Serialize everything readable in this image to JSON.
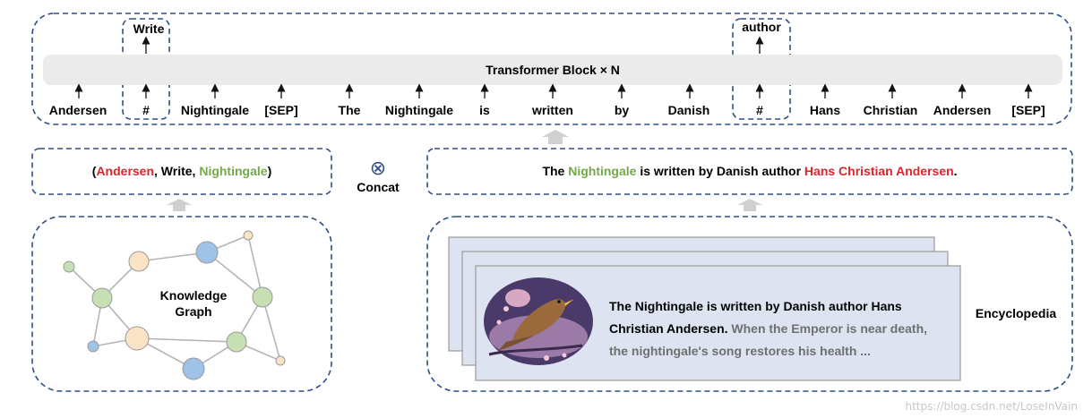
{
  "transformer": {
    "label": "Transformer Block × N",
    "input_tokens": [
      "Andersen",
      "#",
      "Nightingale",
      "[SEP]",
      "The",
      "Nightingale",
      "is",
      "written",
      "by",
      "Danish",
      "#",
      "Hans",
      "Christian",
      "Andersen",
      "[SEP]"
    ],
    "output_tokens": [
      "Write",
      "author"
    ]
  },
  "knowledge_triple": {
    "open": "(",
    "head": "Andersen",
    "sep1": ", ",
    "relation": "Write",
    "sep2": ", ",
    "tail": "Nightingale",
    "close": ")"
  },
  "concat": {
    "symbol": "⊗",
    "label": "Concat"
  },
  "sentence": {
    "part1": "The ",
    "green": "Nightingale",
    "part2": " is written by Danish author ",
    "red": "Hans Christian Andersen",
    "part3": "."
  },
  "graph": {
    "label_line1": "Knowledge",
    "label_line2": "Graph"
  },
  "encyclopedia": {
    "label": "Encyclopedia",
    "line1": "The Nightingale is written by Danish author Hans",
    "line2_bold": "Christian Andersen.",
    "line2_gray": " When the Emperor is near death,",
    "line3_gray": "the nightingale's song restores his health ..."
  },
  "colors": {
    "red": "#d9262c",
    "green": "#74a949",
    "dashed_border": "#2f4f86",
    "transformer_bar": "#ebebeb"
  },
  "watermark": "https://blog.csdn.net/LoseInVain"
}
